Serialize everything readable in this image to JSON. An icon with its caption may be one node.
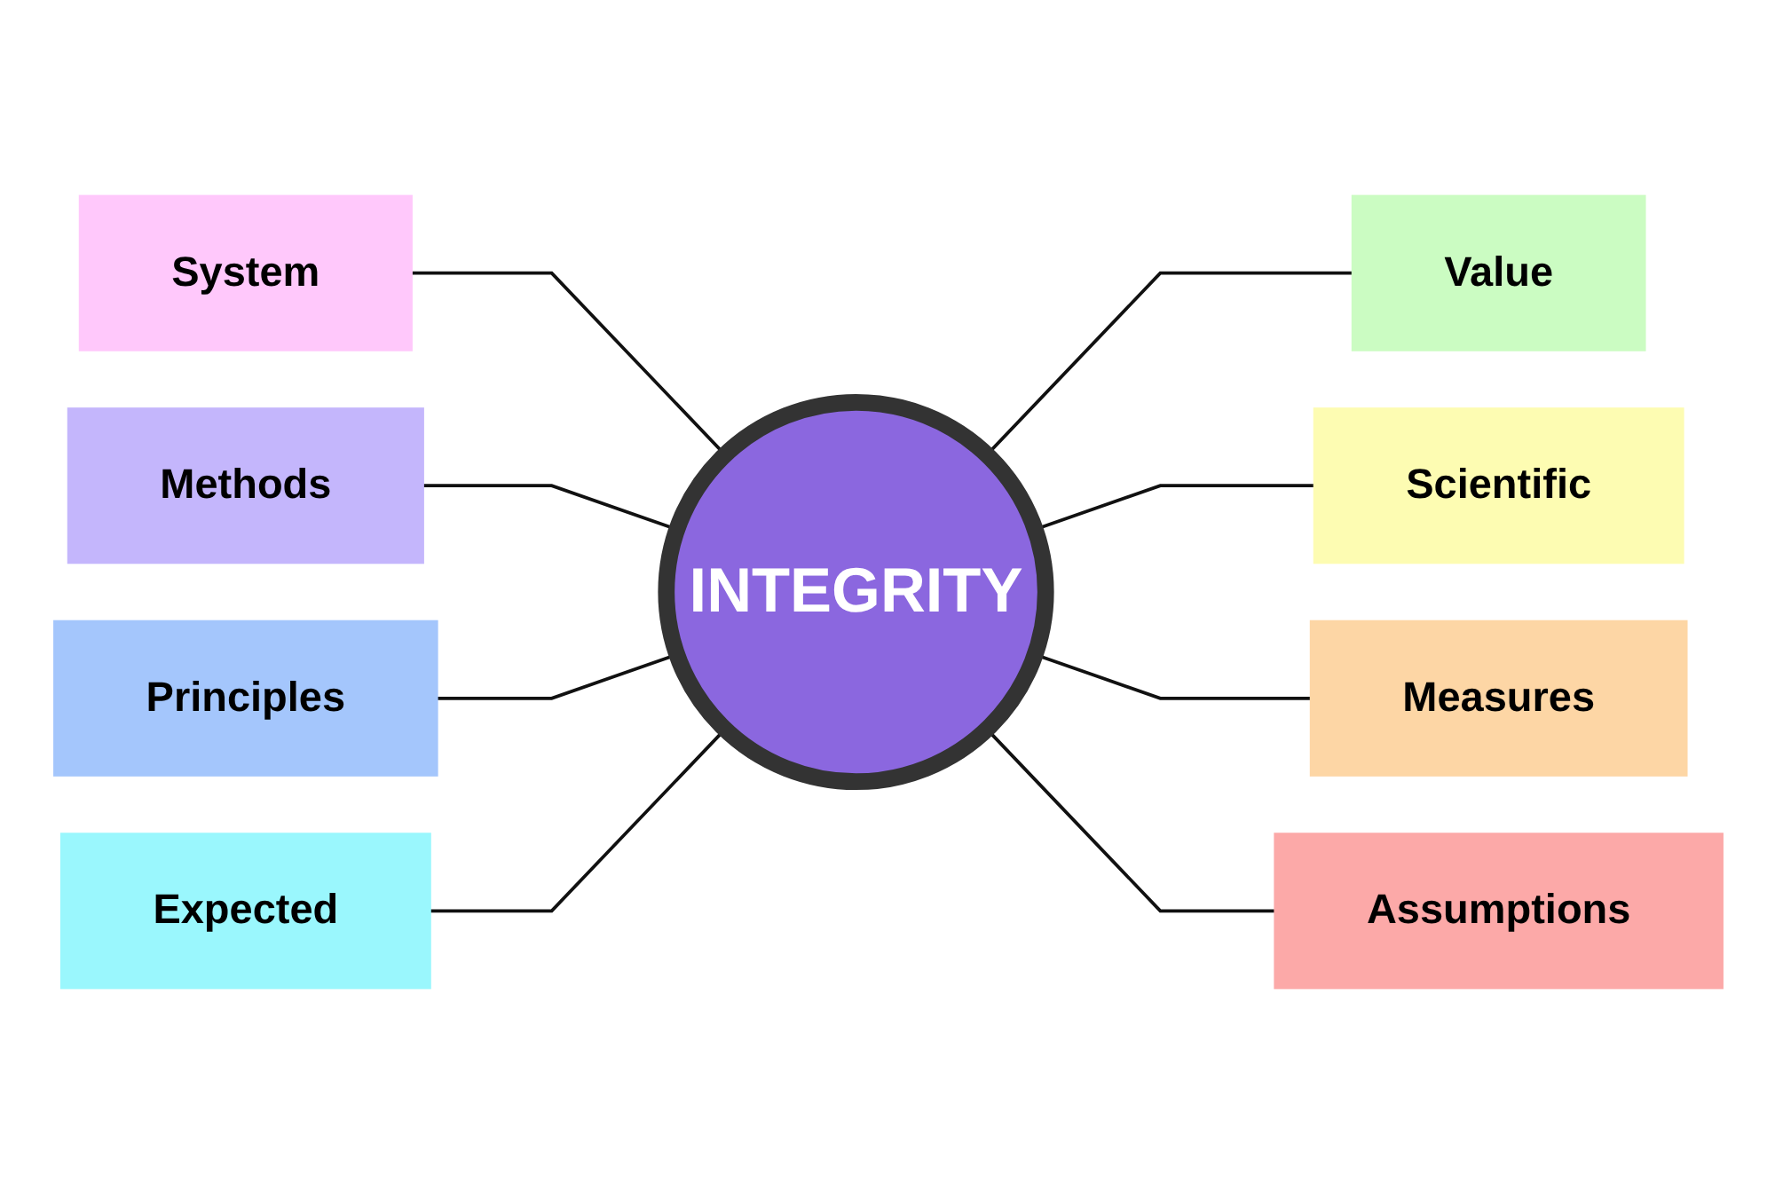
{
  "diagram": {
    "nodes": [
      {
        "text": [
          "INTEGRITY"
        ]
      },
      {
        "text": [
          "System"
        ]
      },
      {
        "text": [
          "Methods"
        ]
      },
      {
        "text": [
          "Principles"
        ]
      },
      {
        "text": [
          "Expected"
        ]
      },
      {
        "text": [
          "Value"
        ]
      },
      {
        "text": [
          "Scientific"
        ]
      },
      {
        "text": [
          "Measures"
        ]
      },
      {
        "text": [
          "Assumptions"
        ]
      }
    ],
    "edges": [
      {
        "from": 1,
        "to": 0,
        "arrow": "none"
      },
      {
        "from": 2,
        "to": 0,
        "arrow": "none"
      },
      {
        "from": 3,
        "to": 0,
        "arrow": "none"
      },
      {
        "from": 4,
        "to": 0,
        "arrow": "none"
      },
      {
        "from": 0,
        "to": 5,
        "arrow": "none"
      },
      {
        "from": 0,
        "to": 6,
        "arrow": "none"
      },
      {
        "from": 0,
        "to": 7,
        "arrow": "none"
      },
      {
        "from": 0,
        "to": 8,
        "arrow": "none"
      }
    ]
  }
}
